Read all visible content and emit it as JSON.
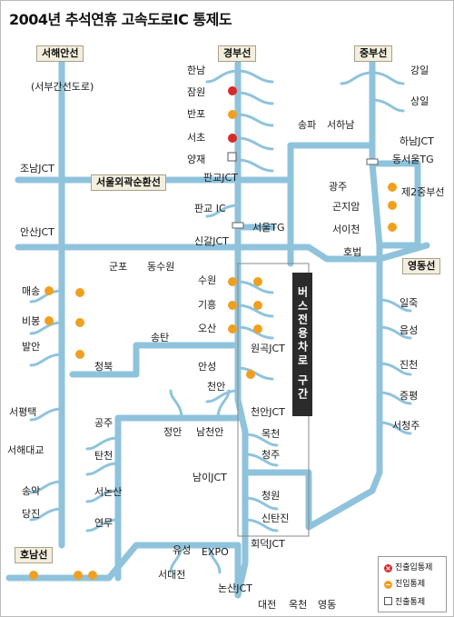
{
  "title": "2004년 추석연휴 고속도로IC 통제도",
  "highway_tags": {
    "seohaean": "서해안선",
    "gyeongbu": "경부선",
    "jungbu": "중부선",
    "outer_ring": "서울외곽순환선",
    "yeongdong": "영동선",
    "honam": "호남선"
  },
  "bus_lane": "버스전용차로 구간",
  "labels": {
    "hannam": "한남",
    "jamwon": "잠원",
    "banpo": "반포",
    "seocho": "서초",
    "yangjae": "양재",
    "pangyo_jct": "판교JCT",
    "pangyo_ic": "판교 IC",
    "seoul_tg": "서울TG",
    "singal_jct": "신갈JCT",
    "suwon": "수원",
    "giheung": "기흥",
    "osan": "오산",
    "wongok_jct": "원곡JCT",
    "anseong": "안성",
    "cheonan": "천안",
    "cheonan_jct": "천안JCT",
    "mokcheon": "목천",
    "cheongju": "청주",
    "nami_jct": "남이JCT",
    "cheongwon": "청원",
    "sintanjin": "신탄진",
    "hoedeok_jct": "회덕JCT",
    "nonsan_jct": "논산JCT",
    "daejeon": "대전",
    "okcheon": "옥천",
    "yeongdong_town": "영동",
    "seobu": "(서부간선도로)",
    "jonam_jct": "조남JCT",
    "ansan_jct": "안산JCT",
    "maesong": "매송",
    "bibong": "비봉",
    "baran": "발안",
    "seopyeongtaek": "서평택",
    "seohae_bridge": "서해대교",
    "songak": "송악",
    "dangjin": "당진",
    "gunpo": "군포",
    "dongsuwon": "동수원",
    "songtan": "송탄",
    "cheongbuk": "청북",
    "gongju": "공주",
    "tancheon": "탄천",
    "seononsan": "서논산",
    "yeonmu": "연무",
    "jeongan": "정안",
    "namcheonan": "남천안",
    "yuseong": "유성",
    "expo": "EXPO",
    "seodaejeon": "서대전",
    "songpa": "송파",
    "seohanam": "서하남",
    "gwangju": "광주",
    "gonjiam": "곤지암",
    "seoicheon": "서이천",
    "hobeop": "호법",
    "jae2jungbu": "제2중부선",
    "gangil": "강일",
    "sangil": "상일",
    "hanam_jct": "하남JCT",
    "dongseoul_tg": "동서울TG",
    "iljuk": "일죽",
    "eumseong": "음성",
    "jincheon": "진천",
    "jeungpyeong": "증평",
    "seocheongju": "서청주"
  },
  "legend": {
    "full": "진출입통제",
    "entry": "진입통제",
    "exit": "진출통제"
  },
  "colors": {
    "road": "#8fc3dc",
    "road_edge": "#5e9cbb",
    "full_closure": "#d92a2a",
    "entry_closure": "#f0a020"
  }
}
